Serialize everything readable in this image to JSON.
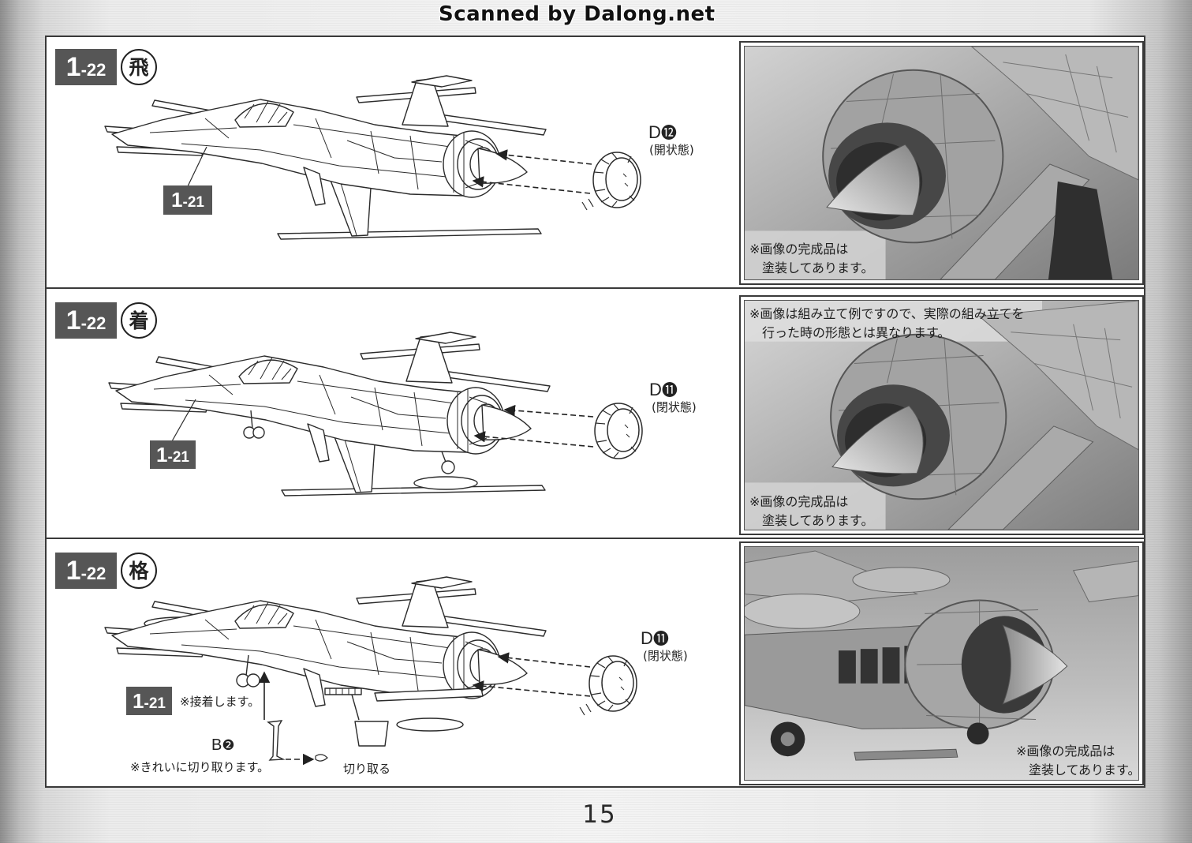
{
  "watermark": "Scanned by Dalong.net",
  "page_number": "15",
  "steps": [
    {
      "step_main": "1",
      "step_sub": "-22",
      "mode": "飛",
      "part_letter": "D",
      "part_number": "⓬",
      "part_state": "(開状態)",
      "sub_main": "1",
      "sub_sub": "-21",
      "photo_notes": [
        "※画像の完成品は",
        "塗装してあります。"
      ]
    },
    {
      "step_main": "1",
      "step_sub": "-22",
      "mode": "着",
      "part_letter": "D",
      "part_number": "⓫",
      "part_state": "(閉状態)",
      "sub_main": "1",
      "sub_sub": "-21",
      "photo_top_notes": [
        "※画像は組み立て例ですので、実際の組み立てを",
        "行った時の形態とは異なります。"
      ],
      "photo_notes": [
        "※画像の完成品は",
        "塗装してあります。"
      ]
    },
    {
      "step_main": "1",
      "step_sub": "-22",
      "mode": "格",
      "part_letter": "D",
      "part_number": "⓫",
      "part_state": "(閉状態)",
      "sub_main": "1",
      "sub_sub": "-21",
      "glue_note": "※接着します。",
      "extra_part_letter": "B",
      "extra_part_number": "❷",
      "cut_note": "※きれいに切り取ります。",
      "cut_label": "切り取る",
      "photo_notes": [
        "※画像の完成品は",
        "塗装してあります。"
      ]
    }
  ]
}
